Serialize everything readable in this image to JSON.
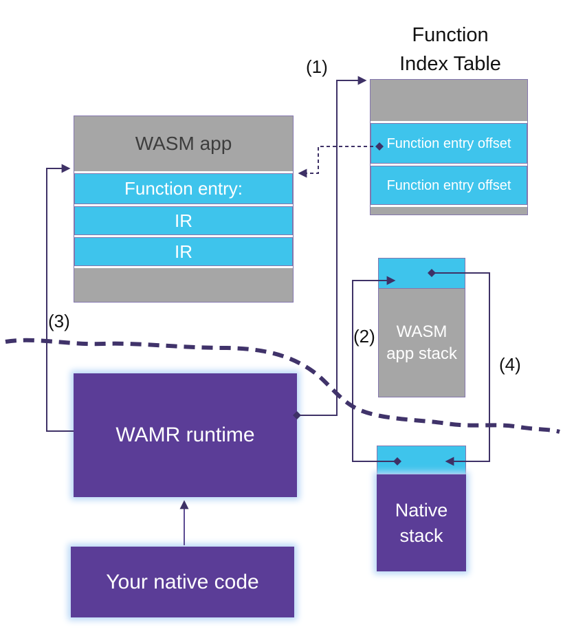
{
  "colors": {
    "gray": "#a6a6a6",
    "cyan": "#3ec4ec",
    "purple": "#5b3d97",
    "connector_line": "#3e3166",
    "boundary_line": "#40336a",
    "glow": "#b9d7f6",
    "text_light": "#ffffff",
    "text_dark": "#111111"
  },
  "title": "Function Index Table",
  "labels": {
    "l1": "(1)",
    "l2": "(2)",
    "l3": "(3)",
    "l4": "(4)"
  },
  "wasm_app": {
    "header": "WASM app",
    "rows": [
      "Function entry:",
      "IR",
      "IR"
    ]
  },
  "function_index_table": {
    "rows": [
      "Function entry offset",
      "Function entry offset"
    ]
  },
  "wasm_app_stack": "WASM app stack",
  "native_stack": "Native stack",
  "wamr_runtime": "WAMR runtime",
  "your_native_code": "Your native code"
}
